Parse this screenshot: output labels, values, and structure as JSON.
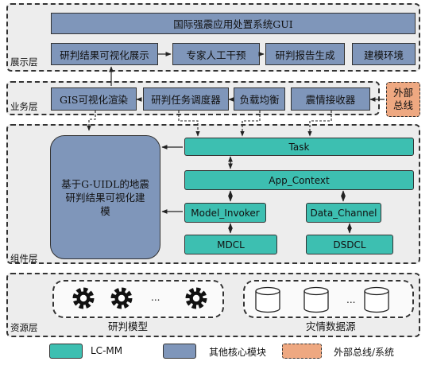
{
  "layers": {
    "presentation": "展示层",
    "business": "业务层",
    "component": "组件层",
    "resource": "资源层"
  },
  "presentation": {
    "gui_title": "国际强震应用处置系统GUI",
    "modules": [
      "研判结果可视化展示",
      "专家人工干预",
      "研判报告生成",
      "建模环境"
    ]
  },
  "business": {
    "modules": [
      "GIS可视化渲染",
      "研判任务调度器",
      "负载均衡",
      "震情接收器"
    ],
    "external_bus": "外部总线"
  },
  "component": {
    "modeling_block": "基于G-UIDL的地震研判结果可视化建模",
    "task": "Task",
    "app_context": "App_Context",
    "model_invoker": "Model_Invoker",
    "data_channel": "Data_Channel",
    "mdcl": "MDCL",
    "dsdcl": "DSDCL"
  },
  "resource": {
    "models_label": "研判模型",
    "data_label": "灾情数据源",
    "ellipsis": "..."
  },
  "legend": {
    "lc_mm": "LC-MM",
    "other_core": "其他核心模块",
    "external": "外部总线/系统"
  },
  "colors": {
    "teal": "#3dbfb1",
    "blue": "#7f96ba",
    "orange": "#eea881",
    "layer_bg": "#ededed"
  }
}
